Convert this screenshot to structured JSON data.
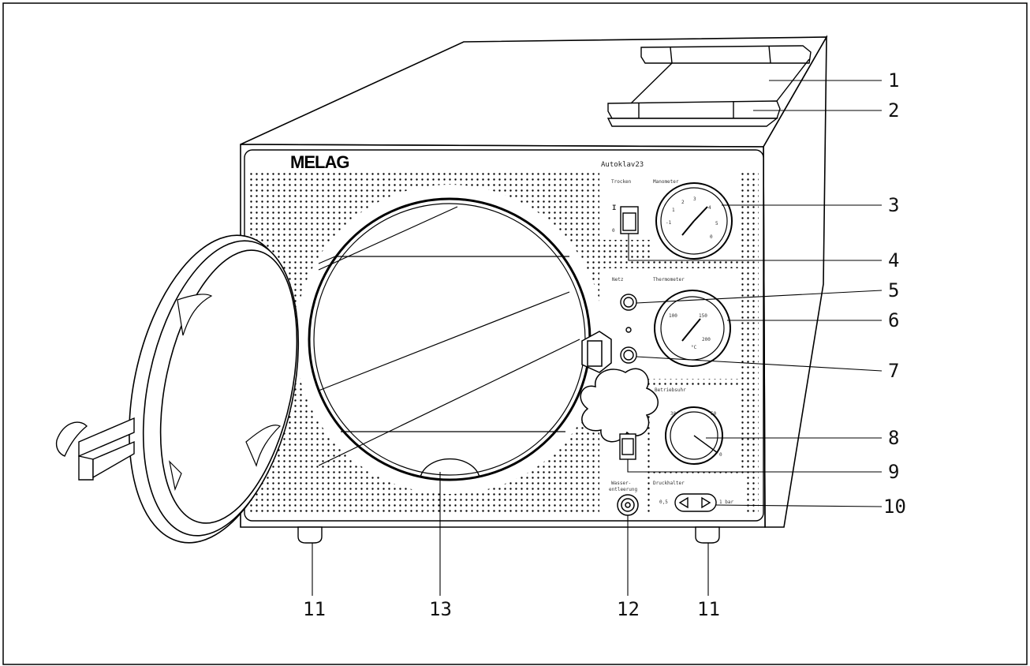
{
  "device": {
    "brand": "MELAG",
    "model": "Autoklav23"
  },
  "panel_labels": {
    "trocken": "Trocken",
    "manometer": "Manometer",
    "netz": "Netz",
    "thermometer": "Thermometer",
    "betriebsuhr": "Betriebsuhr",
    "wasser_1": "Wasser-",
    "wasser_2": "entleerung",
    "druckhalter": "Druckhalter",
    "switch_on": "I",
    "switch_off": "0",
    "druck_left": "0,5",
    "druck_right": "1 bar"
  },
  "gauges": {
    "manometer_ticks": [
      "1",
      "2",
      "3",
      "4",
      "5",
      "-1",
      "0"
    ],
    "thermometer_ticks": [
      "100",
      "150",
      "200",
      "°C"
    ],
    "timer_ticks": [
      "30",
      "50",
      "0"
    ]
  },
  "callouts": [
    "1",
    "2",
    "3",
    "4",
    "5",
    "6",
    "7",
    "8",
    "9",
    "10",
    "11",
    "11",
    "12",
    "13"
  ]
}
